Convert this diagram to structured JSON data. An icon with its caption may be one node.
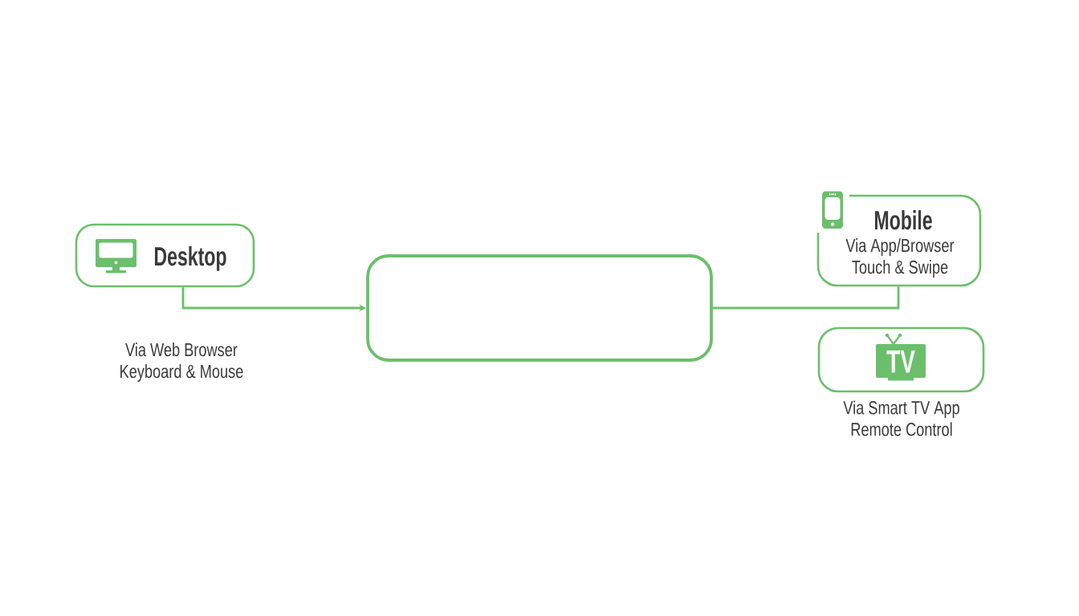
{
  "diagram": {
    "nodes": [
      {
        "text": [
          "Desktop"
        ],
        "beside": [
          "Via Web Browser Keyboard & Mouse"
        ]
      },
      {
        "text": [],
        "shape": "box"
      },
      {
        "text": [
          "Mobile",
          "Via App/Browser Touch & Swipe"
        ]
      },
      {
        "text": [
          "TV"
        ],
        "beside": [
          "Via Smart TV App Remote Control"
        ]
      }
    ],
    "edges": [
      {
        "from": 0,
        "to": 1,
        "arrow": "to"
      },
      {
        "from": 2,
        "to": 1,
        "arrow": "none"
      }
    ]
  }
}
